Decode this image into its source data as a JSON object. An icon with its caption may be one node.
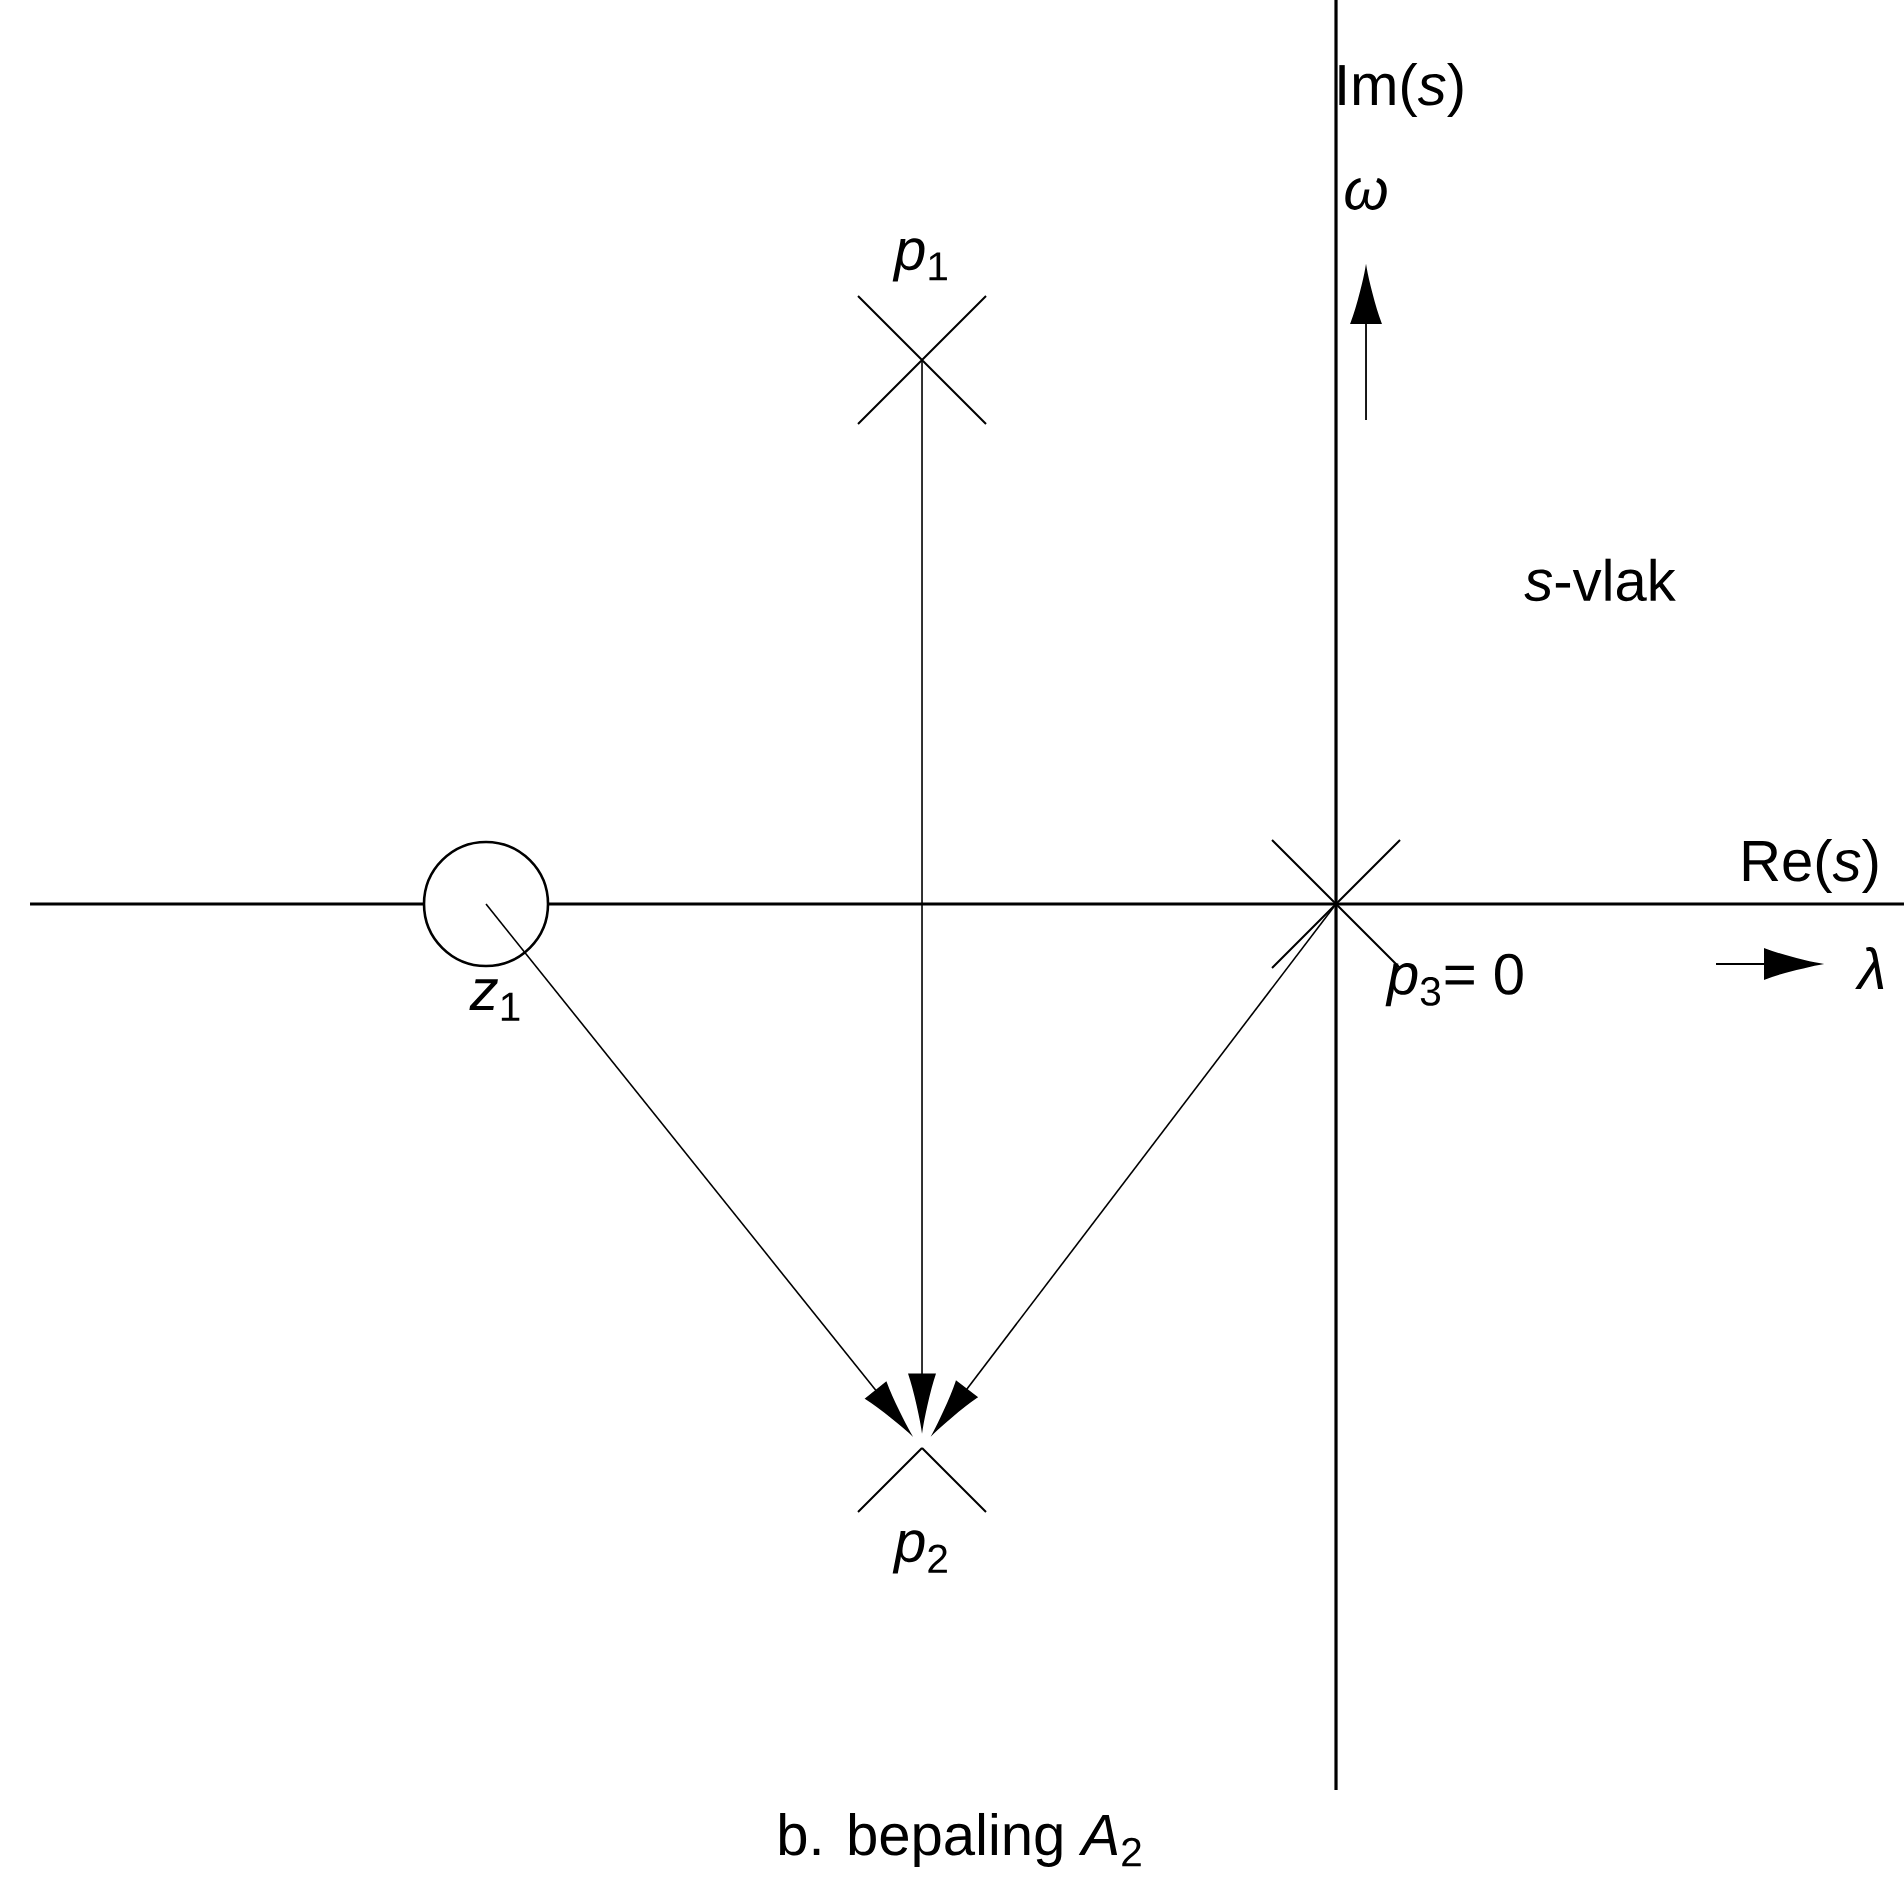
{
  "diagram": {
    "caption": "b. bepaling *A*$_{2}$",
    "nodes": [
      {
        "text": [],
        "shape": "cross",
        "beside": [
          "*p*$_{1}$"
        ]
      },
      {
        "text": [],
        "shape": "circle",
        "beside": [
          "*z*$_{1}$"
        ]
      },
      {
        "text": [],
        "shape": "cross",
        "beside": [
          "*p*$_{3}$= 0"
        ]
      },
      {
        "text": [],
        "shape": "cross",
        "beside": [
          "*p*$_{2}$"
        ]
      }
    ],
    "edges": [
      {
        "from": 0,
        "to": 3,
        "arrow": "to"
      },
      {
        "from": 1,
        "to": 3,
        "arrow": "to"
      },
      {
        "from": 2,
        "to": 3,
        "arrow": "to"
      }
    ],
    "labels": [
      "Im(*s*)",
      "*ω*",
      "*s*-vlak",
      "Re(*s*)",
      "*λ*"
    ]
  }
}
